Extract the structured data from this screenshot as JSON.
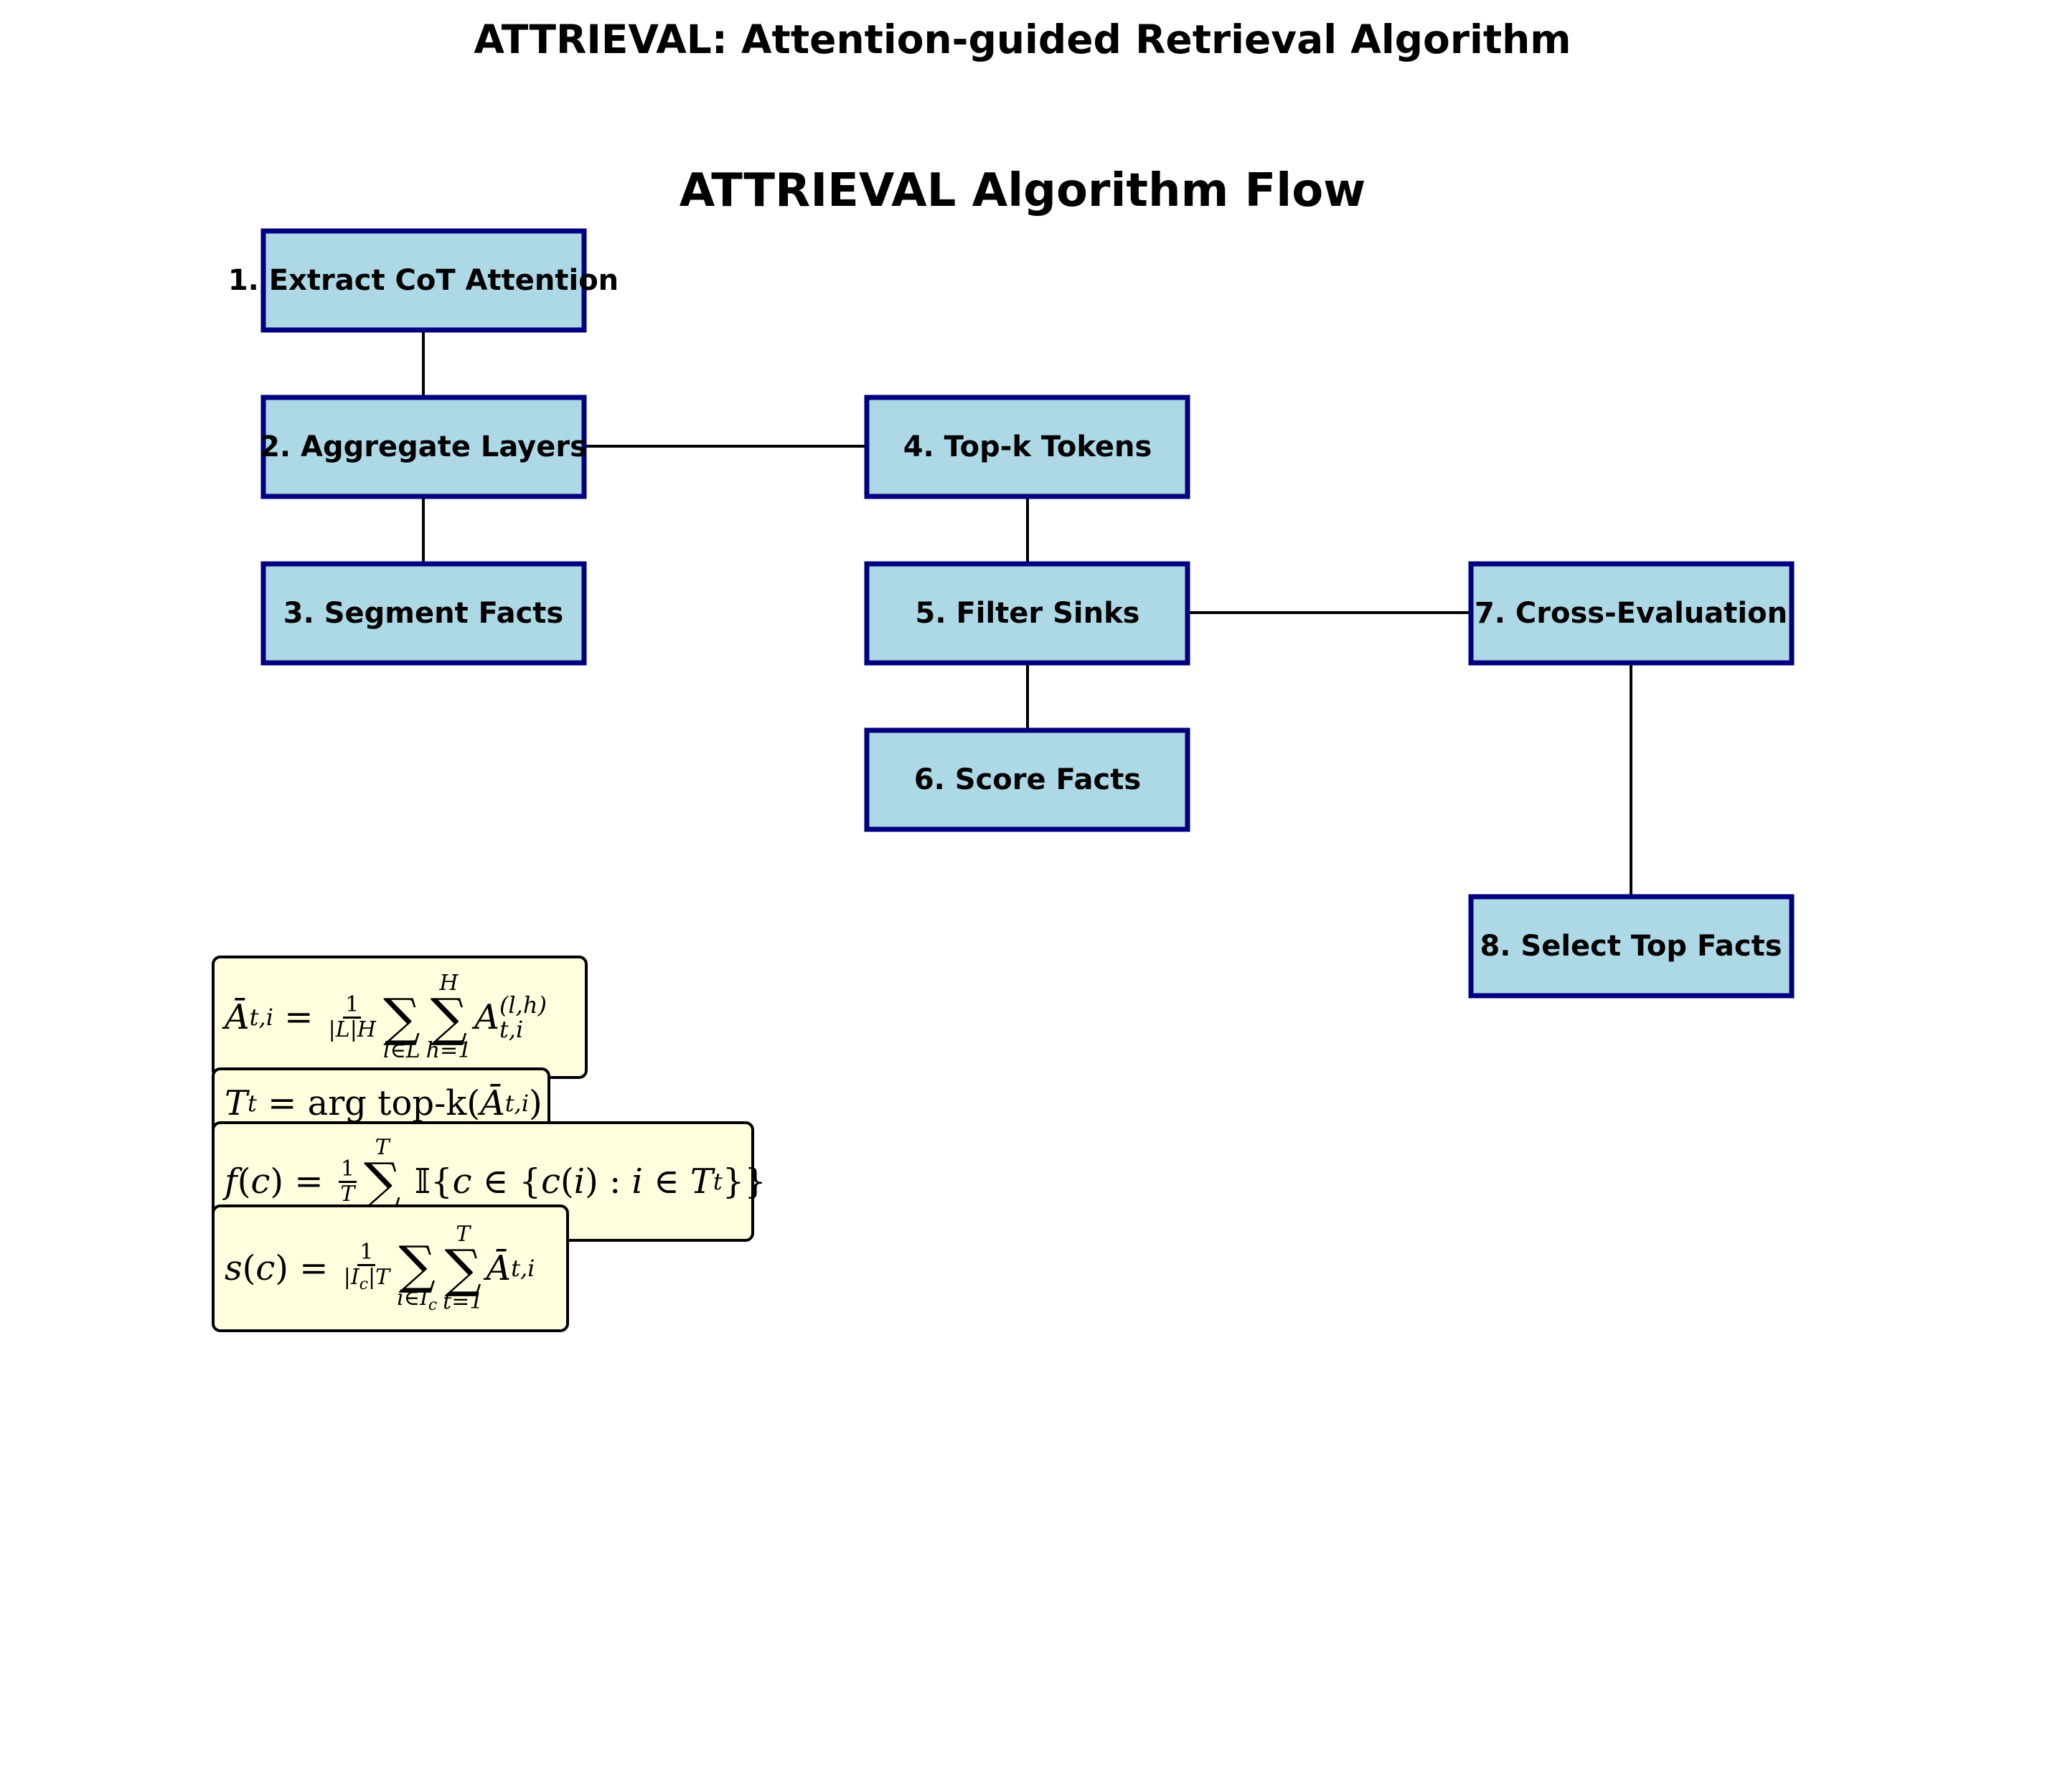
{
  "figure": {
    "suptitle": "ATTRIEVAL: Attention-guided Retrieval Algorithm",
    "title": "ATTRIEVAL Algorithm Flow"
  },
  "colors": {
    "node_fill": "#add8e6",
    "node_border": "#000080",
    "formula_fill": "#ffffe0",
    "arrow": "#000000"
  },
  "nodes": [
    {
      "id": "n1",
      "label": "1. Extract CoT Attention"
    },
    {
      "id": "n2",
      "label": "2. Aggregate Layers"
    },
    {
      "id": "n3",
      "label": "3. Segment Facts"
    },
    {
      "id": "n4",
      "label": "4. Top-k Tokens"
    },
    {
      "id": "n5",
      "label": "5. Filter Sinks"
    },
    {
      "id": "n6",
      "label": "6. Score Facts"
    },
    {
      "id": "n7",
      "label": "7. Cross-Evaluation"
    },
    {
      "id": "n8",
      "label": "8. Select Top Facts"
    }
  ],
  "edges": [
    {
      "from": "n1",
      "to": "n2"
    },
    {
      "from": "n2",
      "to": "n3"
    },
    {
      "from": "n2",
      "to": "n4"
    },
    {
      "from": "n4",
      "to": "n5"
    },
    {
      "from": "n5",
      "to": "n6"
    },
    {
      "from": "n5",
      "to": "n7"
    },
    {
      "from": "n7",
      "to": "n8"
    }
  ],
  "formulas": [
    {
      "id": "attention-aggregation",
      "text": "Ā_{t,i} = 1/(|L|H) Σ_{l∈L} Σ_{h=1}^{H} A_{t,i}^{(l,h)}"
    },
    {
      "id": "top-k-selection",
      "text": "T_t = arg top-k(Ā_{t,i})"
    },
    {
      "id": "fact-frequency",
      "text": "f(c) = 1/T Σ^{T} 𝕀{c ∈ {c(i) : i ∈ T_t}}"
    },
    {
      "id": "fact-score",
      "text": "s(c) = 1/(|I_c|T) Σ_{i∈I_c} Σ_{t=1}^{T} Ā_{t,i}"
    }
  ]
}
